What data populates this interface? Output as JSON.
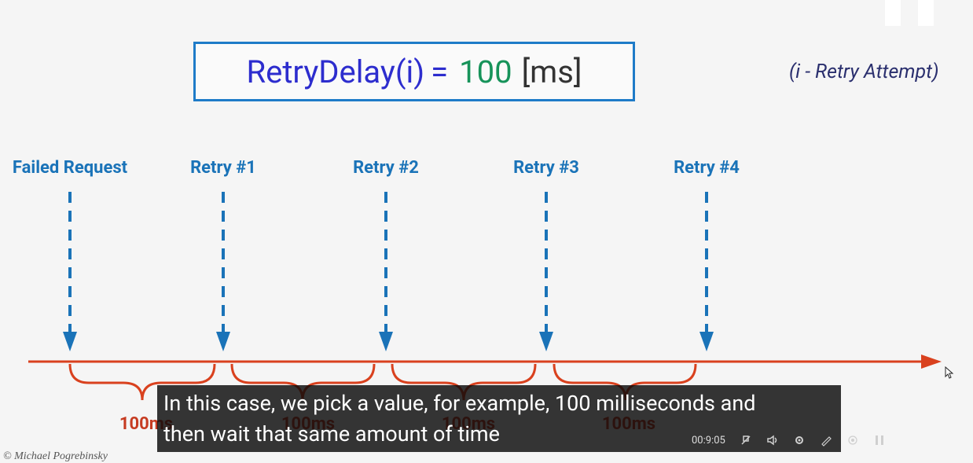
{
  "formula": {
    "lhs": "RetryDelay(i)",
    "eq": "=",
    "value": "100",
    "unit": "[ms]"
  },
  "note": "(i - Retry Attempt)",
  "events": [
    {
      "label": "Failed Request"
    },
    {
      "label": "Retry #1"
    },
    {
      "label": "Retry #2"
    },
    {
      "label": "Retry #3"
    },
    {
      "label": "Retry #4"
    }
  ],
  "gaps": [
    {
      "label": "100ms"
    },
    {
      "label": "100ms"
    },
    {
      "label": "100ms"
    },
    {
      "label": "100ms"
    }
  ],
  "caption": {
    "line1": "In this case, we pick a value, for example, 100 milliseconds and",
    "line2": "then wait that same amount of time"
  },
  "player": {
    "time": "00:9:05"
  },
  "copyright": "© Michael Pogrebinsky",
  "colors": {
    "accent_blue": "#1a73b8",
    "timeline_red": "#d9411e",
    "formula_blue": "#2d2dce",
    "value_green": "#17935a"
  }
}
